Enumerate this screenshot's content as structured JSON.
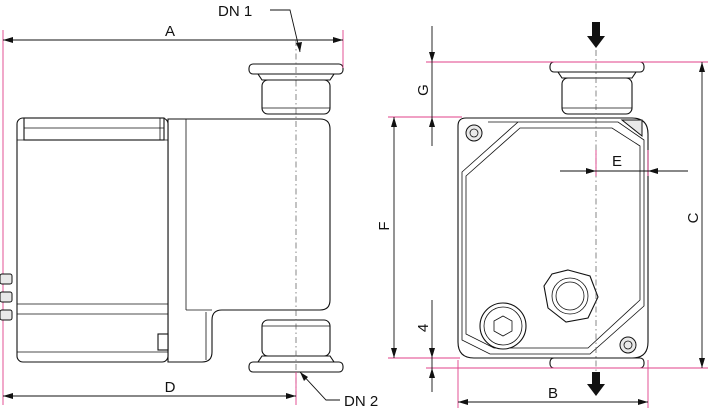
{
  "labels": {
    "dn1": "DN 1",
    "dn2": "DN 2",
    "a": "A",
    "b": "B",
    "c": "C",
    "d": "D",
    "e": "E",
    "f": "F",
    "g": "G",
    "four": "4"
  },
  "colors": {
    "line": "#111111",
    "extension": "#e0408a",
    "centerline": "#555555"
  }
}
